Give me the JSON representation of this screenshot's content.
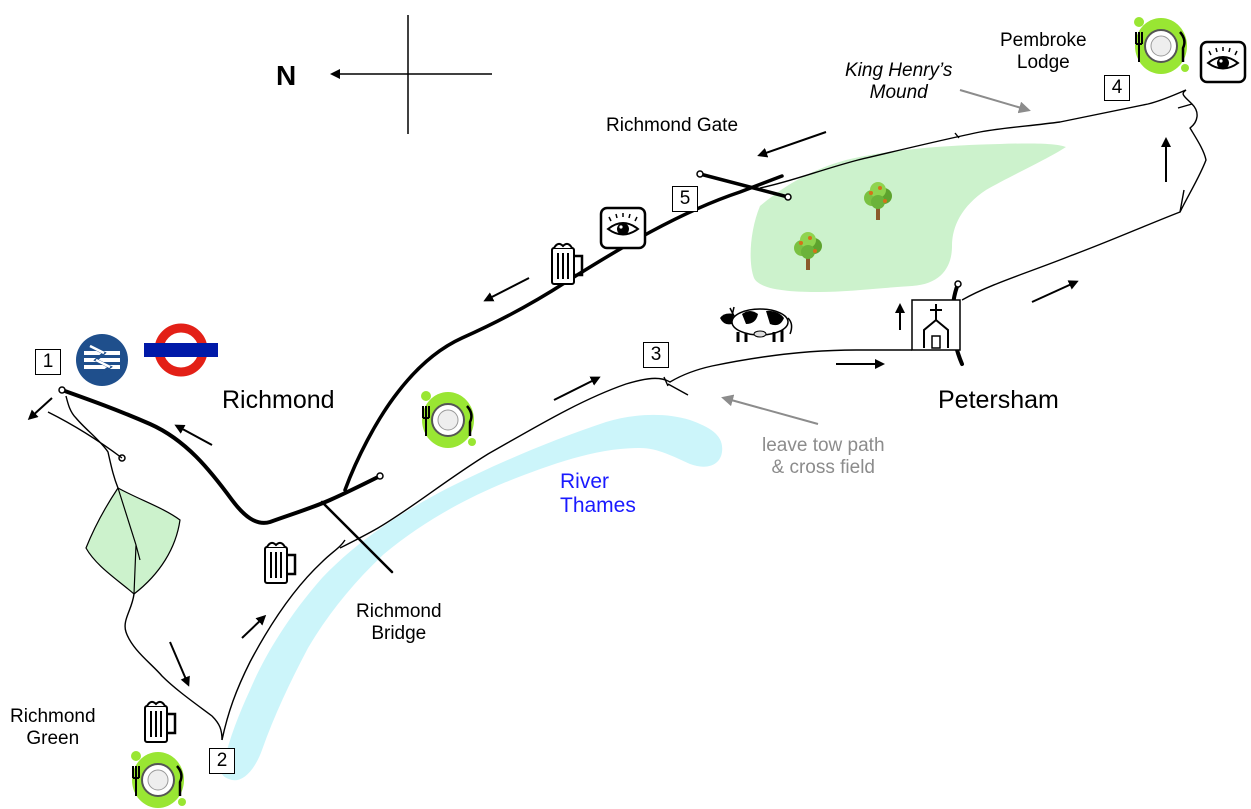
{
  "compass": {
    "north_label": "N"
  },
  "places": {
    "richmond": "Richmond",
    "petersham": "Petersham",
    "richmond_gate": "Richmond Gate",
    "richmond_bridge_line1": "Richmond",
    "richmond_bridge_line2": "Bridge",
    "richmond_green_line1": "Richmond",
    "richmond_green_line2": "Green",
    "pembroke_lodge_line1": "Pembroke",
    "pembroke_lodge_line2": "Lodge",
    "king_henry_line1": "King Henry’s",
    "king_henry_line2": "Mound",
    "river_line1": "River",
    "river_line2": "Thames"
  },
  "notes": {
    "tow_path_line1": "leave tow path",
    "tow_path_line2": "& cross field"
  },
  "waypoints": [
    "1",
    "2",
    "3",
    "4",
    "5"
  ],
  "icons": [
    "national-rail-icon",
    "underground-roundel-icon",
    "pub-tankard-icon",
    "restaurant-plate-icon",
    "viewpoint-eye-icon",
    "tree-icon",
    "cow-icon",
    "church-icon"
  ],
  "colors": {
    "river": "#ccf5fa",
    "park": "#ccf2cc",
    "restaurant_splash": "#99e633",
    "rail_blue": "#1f4f8c",
    "roundel_red": "#e32017",
    "roundel_blue": "#0019a8",
    "annotation_grey": "#8c8c8c",
    "river_label": "#1a1aff"
  }
}
